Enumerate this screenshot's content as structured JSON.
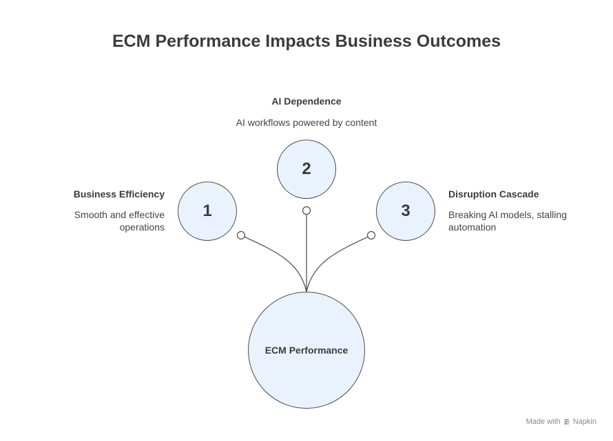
{
  "title": "ECM Performance Impacts Business Outcomes",
  "center": {
    "label": "ECM Performance"
  },
  "items": [
    {
      "number": "1",
      "heading": "Business Efficiency",
      "description": "Smooth and effective operations"
    },
    {
      "number": "2",
      "heading": "AI Dependence",
      "description": "AI workflows powered by content"
    },
    {
      "number": "3",
      "heading": "Disruption Cascade",
      "description": "Breaking AI models, stalling automation"
    }
  ],
  "watermark": {
    "prefix": "Made with",
    "brand": "Napkin",
    "icon": "napkin-logo-icon"
  },
  "colors": {
    "circle_fill": "#eaf3fd",
    "stroke": "#4a4a4a",
    "text": "#3b3b3b"
  }
}
